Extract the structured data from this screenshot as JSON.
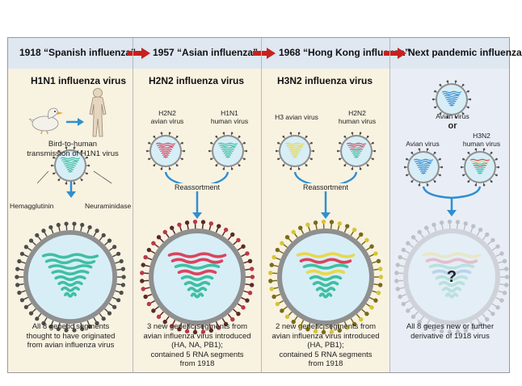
{
  "header": {
    "pandemics": [
      {
        "label": "1918 “Spanish influenza”"
      },
      {
        "label": "1957 “Asian influenza”"
      },
      {
        "label": "1968 “Hong Kong influenza”"
      },
      {
        "label": "Next pandemic influenza"
      }
    ]
  },
  "columns": [
    {
      "virus_title": "H1N1 influenza virus",
      "transmission": "Bird-to-human\ntransmission of H1N1 virus",
      "hemagglutinin": "Hemagglutinin",
      "neuraminidase": "Neuraminidase",
      "caption": "All 8 genetic segments\nthought to have originated\nfrom avian influenza virus"
    },
    {
      "virus_title": "H2N2 influenza virus",
      "left_source": "H2N2\navian virus",
      "right_source": "H1N1\nhuman virus",
      "process": "Reassortment",
      "caption": "3 new genetic segments from\navian influenza virus introduced\n(HA, NA, PB1);\ncontained 5 RNA segments\nfrom 1918"
    },
    {
      "virus_title": "H3N2 influenza virus",
      "left_source": "H3 avian virus",
      "right_source": "H2N2\nhuman virus",
      "process": "Reassortment",
      "caption": "2 new genetic segments from\navian influenza virus introduced\n(HA, PB1);\ncontained 5 RNA segments\nfrom 1918"
    },
    {
      "top_source": "Avian virus",
      "or_text": "or",
      "left_source": "Avian virus",
      "right_source": "H3N2\nhuman virus",
      "unknown": "?",
      "caption": "All 8 genes new or further\nderivative of 1918 virus"
    }
  ],
  "colors": {
    "header_bg": "#dfe7f1",
    "arrow_red": "#c8201e",
    "panel_bg": "#f8f2e1",
    "panel_bg_future": "#e9eef6",
    "flow_blue": "#2f8fd0",
    "capsid_light": "#d7eef7",
    "spike_dark": "#4d4d4d",
    "rna_teal": "#3fbfa2",
    "rna_red": "#d9455e",
    "rna_yellow": "#e8d84c",
    "rna_blue": "#3b8fd2"
  },
  "icons": [
    "duck-icon",
    "human-figure-icon",
    "arrow-right-icon",
    "virus-particle-icon",
    "question-mark-icon"
  ]
}
